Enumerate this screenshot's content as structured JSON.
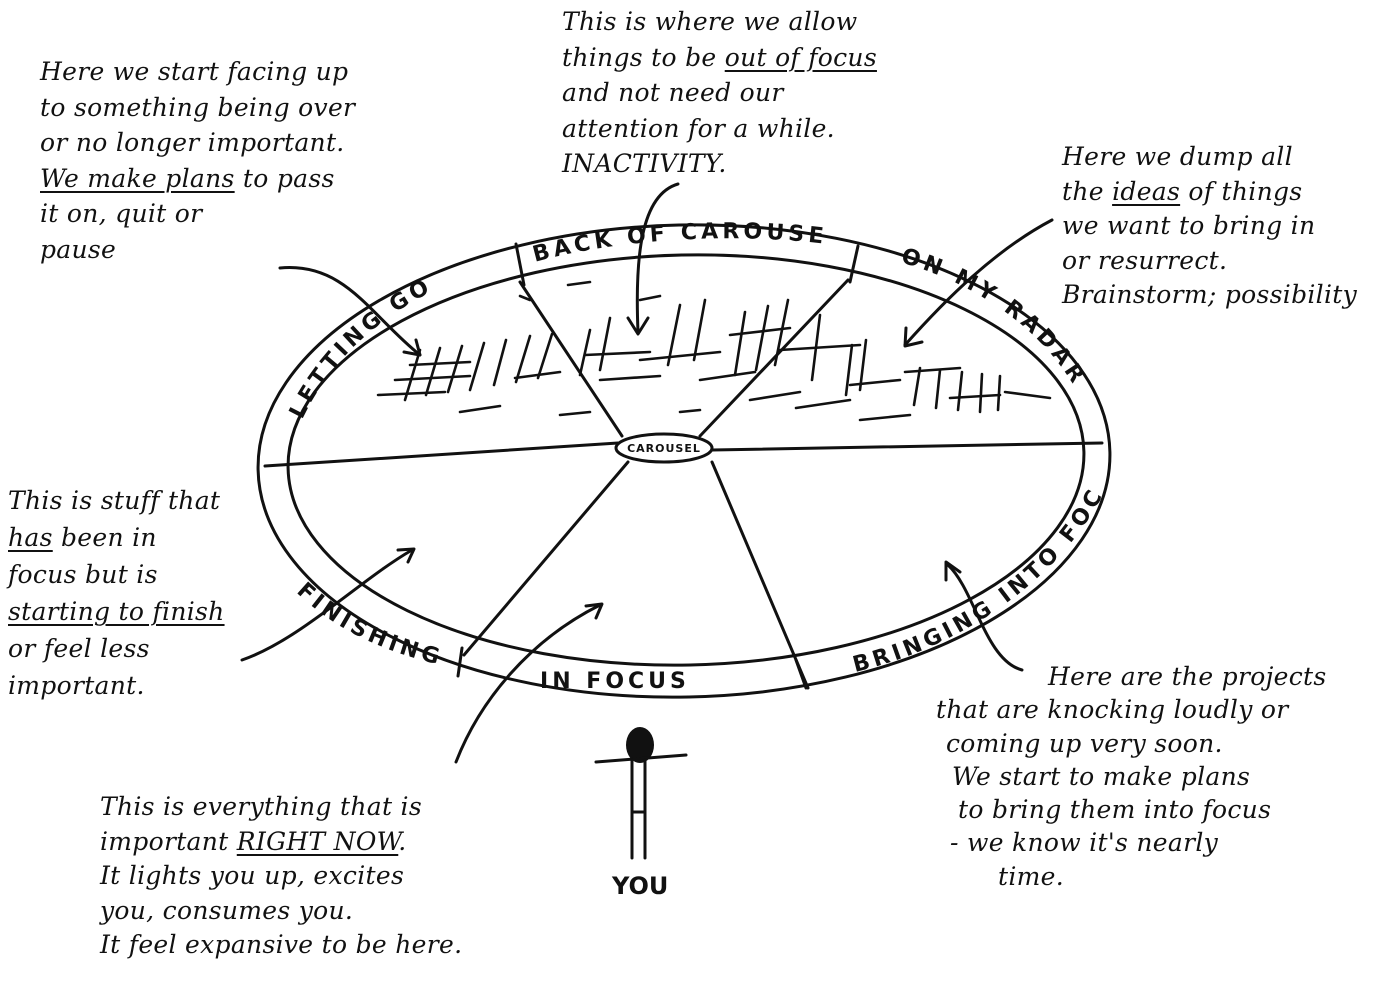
{
  "ring_labels": {
    "back_of_carousel": "BACK OF CAROUSEL",
    "on_my_radar": "ON MY RADAR",
    "letting_go": "LETTING GO",
    "finishing": "FINISHING",
    "in_focus": "IN FOCUS",
    "bringing_into_focus": "BRINGING INTO FOCUS"
  },
  "hub_label": "CAROUSEL",
  "person_label": "YOU",
  "notes": {
    "letting_go": {
      "l1": "Here we start facing up",
      "l2": "to something being over",
      "l3": "or no longer important.",
      "l4_u": "We make plans",
      "l4_rest": " to pass",
      "l5": "it on, quit or",
      "l6": "pause"
    },
    "back_of_carousel": {
      "l1": "This is where we allow",
      "l2_pre": "things to be ",
      "l2_u": "out of focus",
      "l3": "and not need our",
      "l4": "attention for a while.",
      "l5": "INACTIVITY."
    },
    "on_my_radar": {
      "l1": "Here we dump all",
      "l2_pre": "the ",
      "l2_u": "ideas",
      "l2_rest": " of things",
      "l3": "we want to bring in",
      "l4": "or resurrect.",
      "l5": "Brainstorm; possibility"
    },
    "finishing": {
      "l1": "This is stuff that",
      "l2_u": "has",
      "l2_rest": " been in",
      "l3": "focus but is",
      "l4_u": "starting to finish",
      "l5": "or feel less",
      "l6": "important."
    },
    "bringing_into_focus": {
      "l1": "Here are the projects",
      "l2": "that are knocking loudly or",
      "l3": "coming up very soon.",
      "l4": "We start to make plans",
      "l5": "to bring them into focus",
      "l6": "- we know it's nearly",
      "l7": "time."
    },
    "in_focus": {
      "l1": "This is everything that is",
      "l2_pre": "important ",
      "l2_u": "RIGHT NOW",
      "l2_rest": ".",
      "l3": "It lights you up, excites",
      "l4": "you, consumes you.",
      "l5": "It feel expansive to be here."
    }
  },
  "colors": {
    "ink": "#111111",
    "paper": "#ffffff"
  }
}
